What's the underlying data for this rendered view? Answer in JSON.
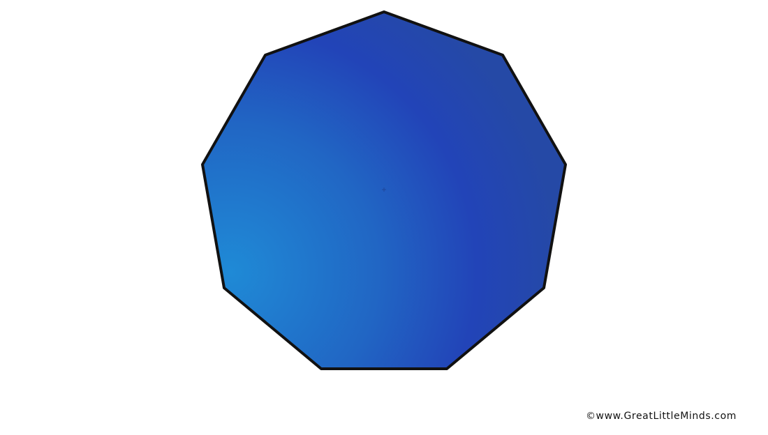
{
  "shape": {
    "name": "nonagon",
    "sides": 9,
    "fill_colors": {
      "light": "#1f8ad6",
      "mid": "#2160c2",
      "dark": "#2342b8",
      "edge": "#2549a6"
    },
    "stroke_color": "#111111"
  },
  "footer": {
    "copyright": "©www.GreatLittleMinds.com"
  }
}
